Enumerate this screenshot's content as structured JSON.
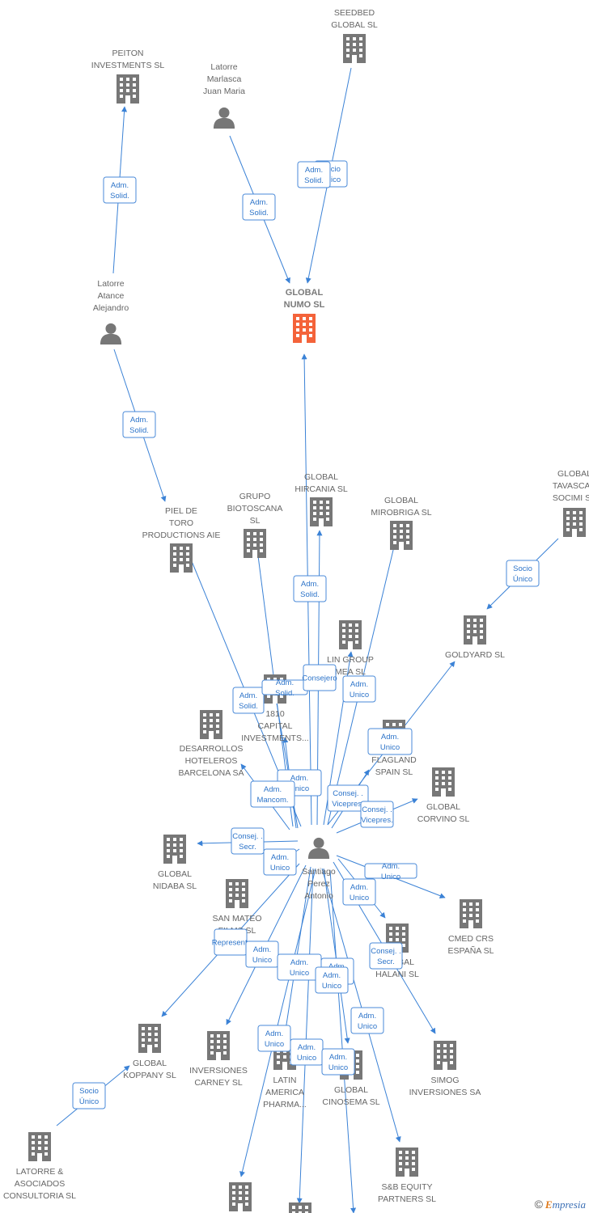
{
  "colors": {
    "edge": "#3b82d6",
    "node": "#777777",
    "center": "#f4633a",
    "box_border": "#4a8ad8",
    "text": "#666666"
  },
  "nodes": [
    {
      "id": "seedbed",
      "label": [
        "SEEDBED",
        "GLOBAL  SL"
      ],
      "type": "company"
    },
    {
      "id": "peiton",
      "label": [
        "PEITON",
        "INVESTMENTS SL"
      ],
      "type": "company"
    },
    {
      "id": "latorre_marlasca",
      "label": [
        "Latorre",
        "Marlasca",
        "Juan Maria"
      ],
      "type": "person"
    },
    {
      "id": "global_numo",
      "label": [
        "GLOBAL",
        "NUMO  SL"
      ],
      "type": "center"
    },
    {
      "id": "latorre_atance",
      "label": [
        "Latorre",
        "Atance",
        "Alejandro"
      ],
      "type": "person"
    },
    {
      "id": "piel_toro",
      "label": [
        "PIEL DE",
        "TORO",
        "PRODUCTIONS AIE"
      ],
      "type": "company"
    },
    {
      "id": "grupo_biotoscana",
      "label": [
        "GRUPO",
        "BIOTOSCANA",
        "SL"
      ],
      "type": "company"
    },
    {
      "id": "global_hircania",
      "label": [
        "GLOBAL",
        "HIRCANIA  SL"
      ],
      "type": "company"
    },
    {
      "id": "global_mirobriga",
      "label": [
        "GLOBAL",
        "MIROBRIGA SL"
      ],
      "type": "company"
    },
    {
      "id": "global_tavascan",
      "label": [
        "GLOBAL",
        "TAVASCAN",
        "SOCIMI SA"
      ],
      "type": "company"
    },
    {
      "id": "goldyard",
      "label": [
        "GOLDYARD SL"
      ],
      "type": "company"
    },
    {
      "id": "lin_group",
      "label": [
        "LIN GROUP",
        "MEA  SL"
      ],
      "type": "company"
    },
    {
      "id": "capital_1810",
      "label": [
        "1810",
        "CAPITAL",
        "INVESTMENTS..."
      ],
      "type": "company"
    },
    {
      "id": "desarrollos",
      "label": [
        "DESARROLLOS",
        "HOTELEROS",
        "BARCELONA SA"
      ],
      "type": "company"
    },
    {
      "id": "flagland",
      "label": [
        "FLAGLAND",
        "SPAIN SL"
      ],
      "type": "company"
    },
    {
      "id": "global_corvino",
      "label": [
        "GLOBAL",
        "CORVINO SL"
      ],
      "type": "company"
    },
    {
      "id": "global_nidaba",
      "label": [
        "GLOBAL",
        "NIDABA  SL"
      ],
      "type": "company"
    },
    {
      "id": "santiago",
      "label": [
        "Santiago",
        "Perez",
        "Antonio"
      ],
      "type": "person"
    },
    {
      "id": "san_mateo",
      "label": [
        "SAN MATEO",
        "FILMS SL"
      ],
      "type": "company"
    },
    {
      "id": "cmed",
      "label": [
        "CMED CRS",
        "ESPAÑA  SL"
      ],
      "type": "company"
    },
    {
      "id": "global_halani",
      "label": [
        "GLOBAL",
        "HALANI  SL"
      ],
      "type": "company"
    },
    {
      "id": "global_koppany",
      "label": [
        "GLOBAL",
        "KOPPANY  SL"
      ],
      "type": "company"
    },
    {
      "id": "inversiones_carney",
      "label": [
        "INVERSIONES",
        "CARNEY SL"
      ],
      "type": "company"
    },
    {
      "id": "latin_america",
      "label": [
        "LATIN",
        "AMERICA",
        "PHARMA..."
      ],
      "type": "company"
    },
    {
      "id": "global_cinosema",
      "label": [
        "GLOBAL",
        "CINOSEMA SL"
      ],
      "type": "company"
    },
    {
      "id": "simog",
      "label": [
        "SIMOG",
        "INVERSIONES SA"
      ],
      "type": "company"
    },
    {
      "id": "latorre_asociados",
      "label": [
        "LATORRE &",
        "ASOCIADOS",
        "CONSULTORIA SL"
      ],
      "type": "company"
    },
    {
      "id": "sb_equity",
      "label": [
        "S&B EQUITY",
        "PARTNERS  SL"
      ],
      "type": "company"
    },
    {
      "id": "bottom_a",
      "label": [],
      "type": "company"
    },
    {
      "id": "bottom_b",
      "label": [],
      "type": "company"
    }
  ],
  "edges": [
    {
      "label": [
        "Socio",
        "Único"
      ]
    },
    {
      "label": [
        "Adm.",
        "Solid."
      ]
    },
    {
      "label": [
        "Adm.",
        "Solid."
      ]
    },
    {
      "label": [
        "Adm.",
        "Solid."
      ]
    },
    {
      "label": [
        "Adm.",
        "Solid."
      ]
    },
    {
      "label": [
        "Adm.",
        "Solid."
      ]
    },
    {
      "label": [
        "Socio",
        "Único"
      ]
    },
    {
      "label": [
        "Adm.",
        "Solid."
      ]
    },
    {
      "label": [
        "Consejero"
      ]
    },
    {
      "label": [
        "Adm.",
        "Unico"
      ]
    },
    {
      "label": [
        "Adm.",
        "Unico"
      ]
    },
    {
      "label": [
        "Adm.",
        "Unico"
      ]
    },
    {
      "label": [
        "Adm.",
        "Mancom."
      ]
    },
    {
      "label": [
        "Consej. .",
        "Vicepres."
      ]
    },
    {
      "label": [
        "Consej. .",
        "Vicepres."
      ]
    },
    {
      "label": [
        "Consej. .",
        "Secr."
      ]
    },
    {
      "label": [
        "Adm.",
        "Unico"
      ]
    },
    {
      "label": [
        "Adm.",
        "Unico"
      ]
    },
    {
      "label": [
        "Adm.",
        "Unico"
      ]
    },
    {
      "label": [
        "Represent."
      ]
    },
    {
      "label": [
        "Adm.",
        "Unico"
      ]
    },
    {
      "label": [
        "Adm.",
        "Unico"
      ]
    },
    {
      "label": [
        "Adm.",
        "Unico"
      ]
    },
    {
      "label": [
        "Consej. .",
        "Secr."
      ]
    },
    {
      "label": [
        "Adm.",
        "Unico"
      ]
    },
    {
      "label": [
        "Adm.",
        "Unico"
      ]
    },
    {
      "label": [
        "Adm.",
        "Unico"
      ]
    },
    {
      "label": [
        "Adm.",
        "Unico"
      ]
    },
    {
      "label": [
        "Adm.",
        "Unico"
      ]
    },
    {
      "label": [
        "Adm.",
        "Solid."
      ]
    },
    {
      "label": [
        "Socio",
        "Único"
      ]
    }
  ],
  "logo": {
    "copyright": "©",
    "brand_first": "E",
    "brand_rest": "mpresia"
  }
}
